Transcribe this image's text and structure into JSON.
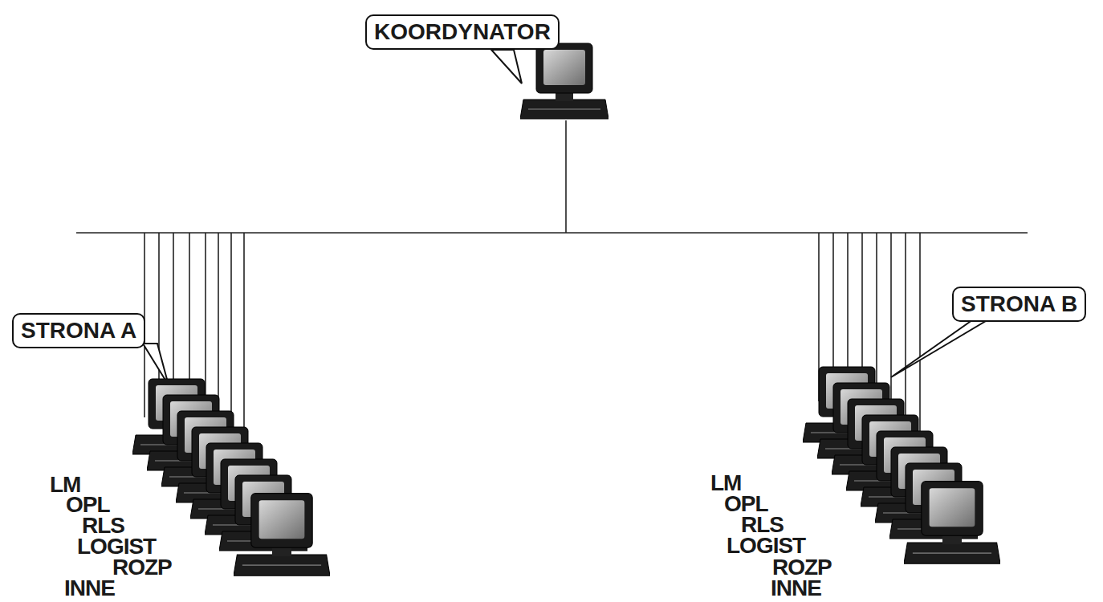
{
  "diagram": {
    "nodes": [
      {
        "text": [
          "KOORDYNATOR"
        ]
      },
      {
        "text": [
          "STRONA A"
        ]
      },
      {
        "text": [
          "STRONA B"
        ]
      }
    ],
    "labels": [
      "LM",
      "OPL",
      "RLS",
      "LOGIST",
      "ROZP",
      "INNE",
      "LM",
      "OPL",
      "RLS",
      "LOGIST",
      "ROZP",
      "INNE"
    ]
  }
}
